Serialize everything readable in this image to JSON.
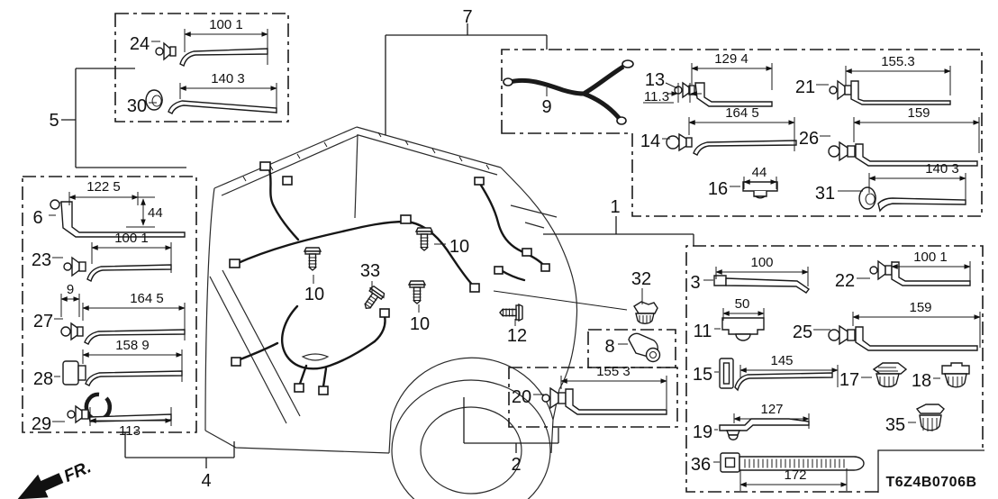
{
  "diagram": {
    "part_code": "T6Z4B0706B",
    "orientation": "FR.",
    "groups": [
      {
        "ref": "5",
        "items": [
          {
            "num": "24",
            "dims": [
              "100 1"
            ]
          },
          {
            "num": "30",
            "dims": [
              "140 3"
            ]
          }
        ]
      },
      {
        "ref": "4",
        "items": [
          {
            "num": "6",
            "dims": [
              "122 5",
              "44"
            ]
          },
          {
            "num": "23",
            "dims": [
              "100 1"
            ]
          },
          {
            "num": "27",
            "dims": [
              "9",
              "164 5"
            ]
          },
          {
            "num": "28",
            "dims": [
              "158 9"
            ]
          },
          {
            "num": "29",
            "dims": [
              "113"
            ]
          }
        ]
      },
      {
        "ref": "7",
        "items": [
          {
            "num": "9",
            "dims": []
          },
          {
            "num": "13",
            "dims": [
              "129 4",
              "11.3"
            ]
          },
          {
            "num": "14",
            "dims": [
              "164 5"
            ]
          },
          {
            "num": "16",
            "dims": [
              "44"
            ]
          },
          {
            "num": "21",
            "dims": [
              "155.3"
            ]
          },
          {
            "num": "26",
            "dims": [
              "159"
            ]
          },
          {
            "num": "31",
            "dims": [
              "140 3"
            ]
          }
        ]
      },
      {
        "ref": "1",
        "items": [
          {
            "num": "3",
            "dims": [
              "100"
            ]
          },
          {
            "num": "11",
            "dims": [
              "50"
            ]
          },
          {
            "num": "15",
            "dims": [
              "145"
            ]
          },
          {
            "num": "19",
            "dims": [
              "127"
            ]
          },
          {
            "num": "36",
            "dims": [
              "172"
            ]
          },
          {
            "num": "22",
            "dims": [
              "100 1"
            ]
          },
          {
            "num": "25",
            "dims": [
              "159"
            ]
          },
          {
            "num": "17",
            "dims": []
          },
          {
            "num": "18",
            "dims": []
          },
          {
            "num": "35",
            "dims": []
          }
        ]
      },
      {
        "ref": "2",
        "items": [
          {
            "num": "20",
            "dims": [
              "155 3"
            ]
          }
        ]
      },
      {
        "ref": "",
        "items": [
          {
            "num": "8",
            "dims": []
          }
        ]
      }
    ],
    "fasteners": [
      {
        "num": "10"
      },
      {
        "num": "33"
      },
      {
        "num": "12"
      },
      {
        "num": "32"
      }
    ]
  }
}
